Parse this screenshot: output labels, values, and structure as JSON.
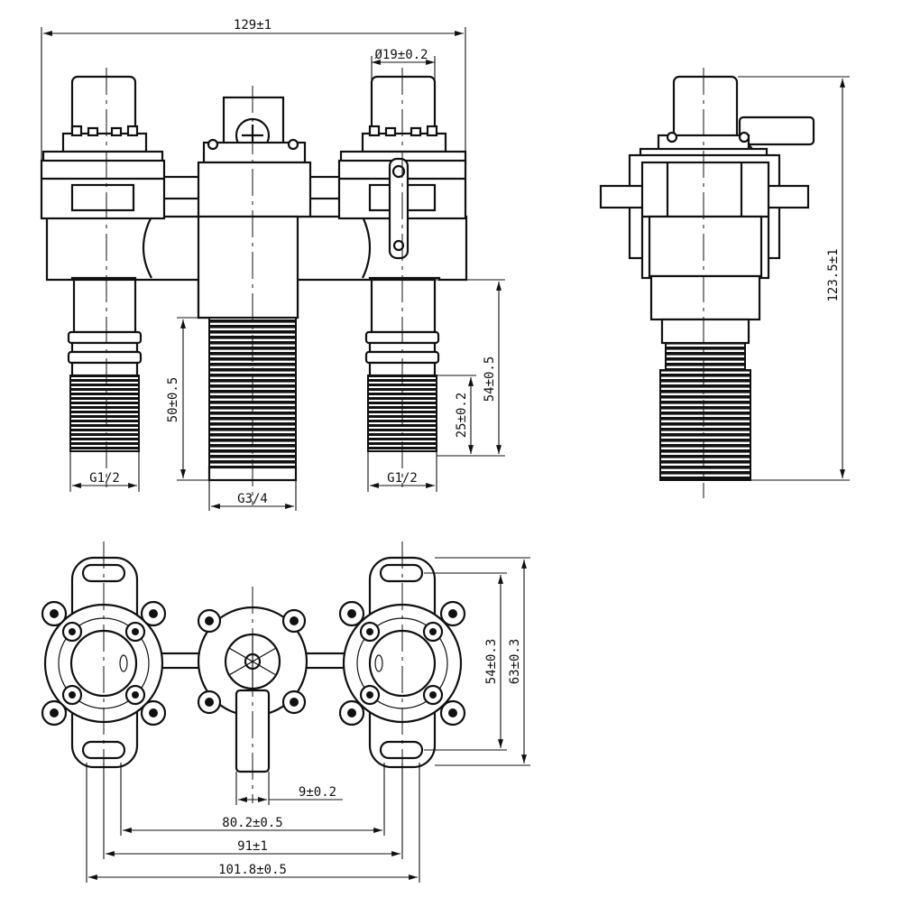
{
  "drawing": {
    "front_view": {
      "overall_width": "129±1",
      "cartridge_diameter": "Ø19±0.2",
      "center_outlet_length": "50±0.5",
      "side_thread_length": "25±0.2",
      "side_outlet_length": "54±0.5",
      "left_thread": "G1/2",
      "center_thread": "G3/4",
      "right_thread": "G1/2"
    },
    "side_view": {
      "overall_height": "123.5±1"
    },
    "top_view": {
      "lever_offset": "9±0.2",
      "inner_height": "54±0.3",
      "outer_height": "63±0.3",
      "spacing_inner": "80.2±0.5",
      "spacing_mid": "91±1",
      "spacing_outer": "101.8±0.5"
    }
  }
}
